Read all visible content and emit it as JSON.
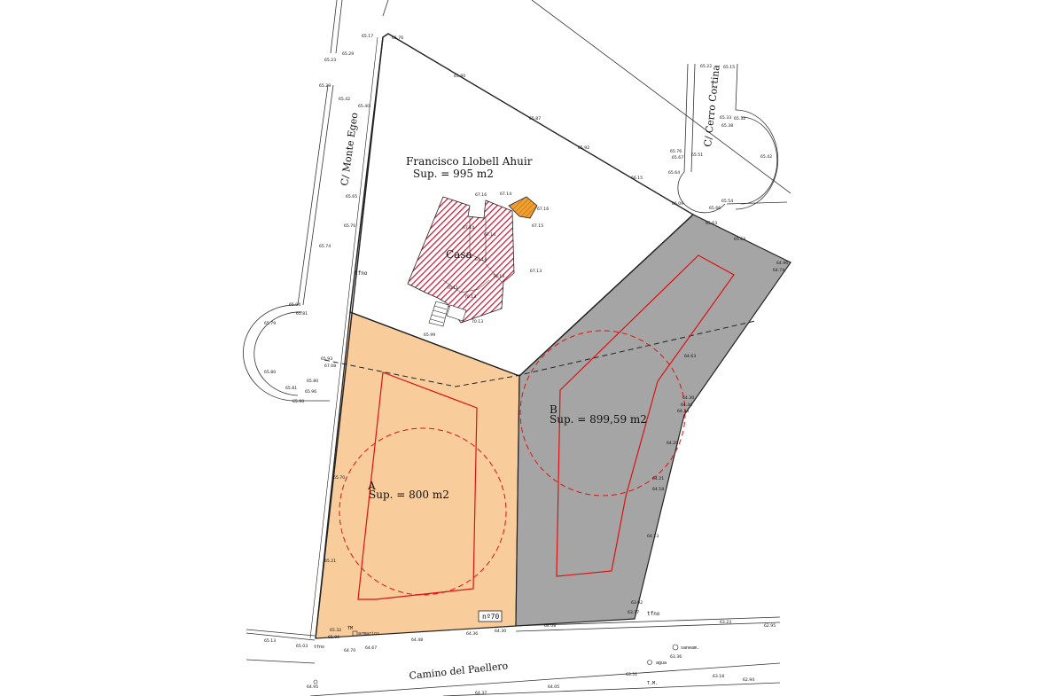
{
  "owner": {
    "name": "Francisco Llobell Ahuir",
    "area": "Sup. = 995 m2"
  },
  "house_label": "Casa",
  "parcel_a": {
    "letter": "A",
    "area": "Sup. = 800 m2",
    "fill": "#f9cc9c"
  },
  "parcel_b": {
    "letter": "B",
    "area": "Sup. = 899,59 m2",
    "fill": "#a5a5a5"
  },
  "streets": {
    "monte_egeo": "C/ Monte Egeo",
    "cerro_cortina": "C/ Cerro Cortina",
    "camino": "Camino del Paellero"
  },
  "plot_number": "nº70",
  "utility_labels": {
    "tfno_1": "tfno",
    "tfno_2": "tfno",
    "tfno_3": "tfno",
    "tm_1": "TM",
    "tm_2": "T.M.",
    "armarios": "armarios",
    "saneam": "saneam.",
    "agua": "agua"
  },
  "colors": {
    "house_hatch": "#c8102e",
    "setback": "#dd1111",
    "outbuilding": "#f0a030"
  },
  "elevations": [
    {
      "id": "e1",
      "v": "65.17"
    },
    {
      "id": "e2",
      "v": "65.76"
    },
    {
      "id": "e3",
      "v": "65.29"
    },
    {
      "id": "e4",
      "v": "65.23"
    },
    {
      "id": "e5",
      "v": "65.29"
    },
    {
      "id": "e6",
      "v": "65.42"
    },
    {
      "id": "e7",
      "v": "65.40"
    },
    {
      "id": "e8",
      "v": "65.80"
    },
    {
      "id": "e9",
      "v": "65.87"
    },
    {
      "id": "e10",
      "v": "65.92"
    },
    {
      "id": "e11",
      "v": "66.15"
    },
    {
      "id": "e12",
      "v": "65.65"
    },
    {
      "id": "e13",
      "v": "65.70"
    },
    {
      "id": "e14",
      "v": "65.74"
    },
    {
      "id": "e15",
      "v": "65.94"
    },
    {
      "id": "e16",
      "v": "65.81"
    },
    {
      "id": "e17",
      "v": "65.79"
    },
    {
      "id": "e18",
      "v": "65.93"
    },
    {
      "id": "e19",
      "v": "65.80"
    },
    {
      "id": "e20",
      "v": "65.80"
    },
    {
      "id": "e21",
      "v": "65.81"
    },
    {
      "id": "e22",
      "v": "65.96"
    },
    {
      "id": "e23",
      "v": "65.90"
    },
    {
      "id": "e24",
      "v": "67.08"
    },
    {
      "id": "e25",
      "v": "65.99"
    },
    {
      "id": "e26",
      "v": "65.70"
    },
    {
      "id": "e27",
      "v": "65.21"
    },
    {
      "id": "e28",
      "v": "65.32"
    },
    {
      "id": "e29",
      "v": "65.06"
    },
    {
      "id": "e30",
      "v": "65.13"
    },
    {
      "id": "e31",
      "v": "65.03"
    },
    {
      "id": "e32",
      "v": "64.70"
    },
    {
      "id": "e33",
      "v": "64.67"
    },
    {
      "id": "e34",
      "v": "64.48"
    },
    {
      "id": "e35",
      "v": "64.36"
    },
    {
      "id": "e36",
      "v": "64.30"
    },
    {
      "id": "e37",
      "v": "64.08"
    },
    {
      "id": "e38",
      "v": "63.77"
    },
    {
      "id": "e39",
      "v": "63.92"
    },
    {
      "id": "e40",
      "v": "63.23"
    },
    {
      "id": "e41",
      "v": "62.95"
    },
    {
      "id": "e42",
      "v": "63.36"
    },
    {
      "id": "e43",
      "v": "63.51"
    },
    {
      "id": "e44",
      "v": "63.18"
    },
    {
      "id": "e45",
      "v": "62.94"
    },
    {
      "id": "e46",
      "v": "64.95"
    },
    {
      "id": "e47",
      "v": "64.37"
    },
    {
      "id": "e48",
      "v": "64.05"
    },
    {
      "id": "e49",
      "v": "64.13"
    },
    {
      "id": "e50",
      "v": "64.18"
    },
    {
      "id": "e51",
      "v": "64.21"
    },
    {
      "id": "e52",
      "v": "64.20"
    },
    {
      "id": "e53",
      "v": "64.34"
    },
    {
      "id": "e54",
      "v": "64.44"
    },
    {
      "id": "e55",
      "v": "64.30"
    },
    {
      "id": "e56",
      "v": "64.63"
    },
    {
      "id": "e57",
      "v": "64.74"
    },
    {
      "id": "e58",
      "v": "64.96"
    },
    {
      "id": "e59",
      "v": "65.63"
    },
    {
      "id": "e60",
      "v": "65.63"
    },
    {
      "id": "e61",
      "v": "65.66"
    },
    {
      "id": "e62",
      "v": "66.09"
    },
    {
      "id": "e63",
      "v": "65.54"
    },
    {
      "id": "e64",
      "v": "65.64"
    },
    {
      "id": "e65",
      "v": "65.67"
    },
    {
      "id": "e66",
      "v": "65.76"
    },
    {
      "id": "e67",
      "v": "65.51"
    },
    {
      "id": "e68",
      "v": "65.38"
    },
    {
      "id": "e69",
      "v": "65.33"
    },
    {
      "id": "e70",
      "v": "65.32"
    },
    {
      "id": "e71",
      "v": "65.42"
    },
    {
      "id": "e72",
      "v": "65.22"
    },
    {
      "id": "e73",
      "v": "65.15"
    },
    {
      "id": "e74",
      "v": "67.16"
    },
    {
      "id": "e75",
      "v": "67.14"
    },
    {
      "id": "e76",
      "v": "67.16"
    },
    {
      "id": "e77",
      "v": "67.14"
    },
    {
      "id": "e78",
      "v": "67.14"
    },
    {
      "id": "e79",
      "v": "67.15"
    },
    {
      "id": "e80",
      "v": "67.13"
    },
    {
      "id": "e81",
      "v": "67.14"
    },
    {
      "id": "e82",
      "v": "70.13"
    },
    {
      "id": "e83",
      "v": "70.11"
    },
    {
      "id": "e84",
      "v": "70.13"
    },
    {
      "id": "e85",
      "v": "70.13"
    }
  ]
}
